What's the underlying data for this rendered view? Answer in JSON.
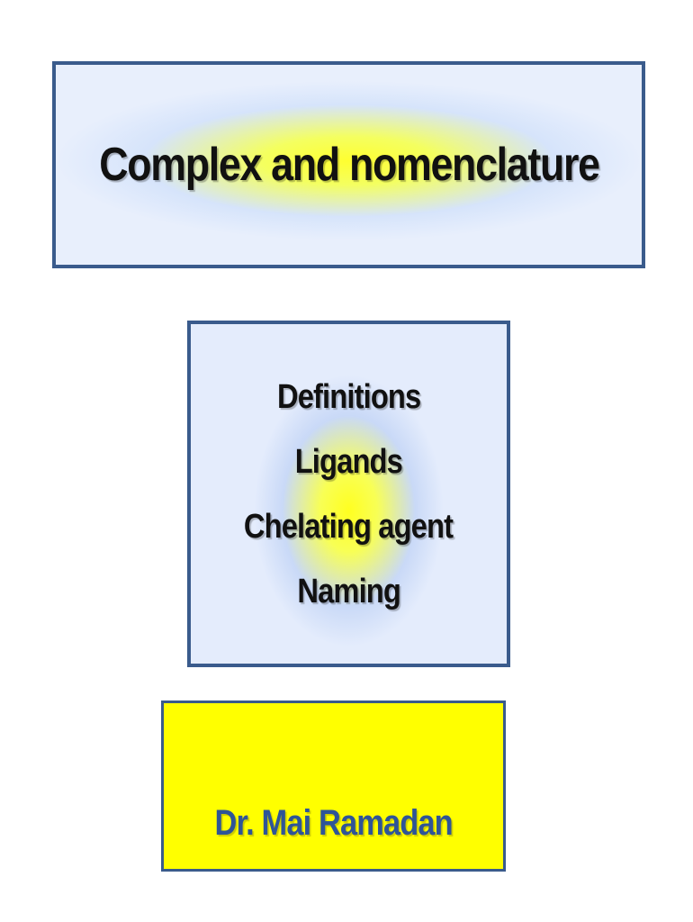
{
  "title": "Complex and nomenclature",
  "topics": [
    "Definitions",
    "Ligands",
    "Chelating agent",
    "Naming"
  ],
  "author": "Dr. Mai Ramadan",
  "colors": {
    "border": "#3a5b8c",
    "highlight": "#ffff00",
    "author_text": "#2f5597"
  }
}
